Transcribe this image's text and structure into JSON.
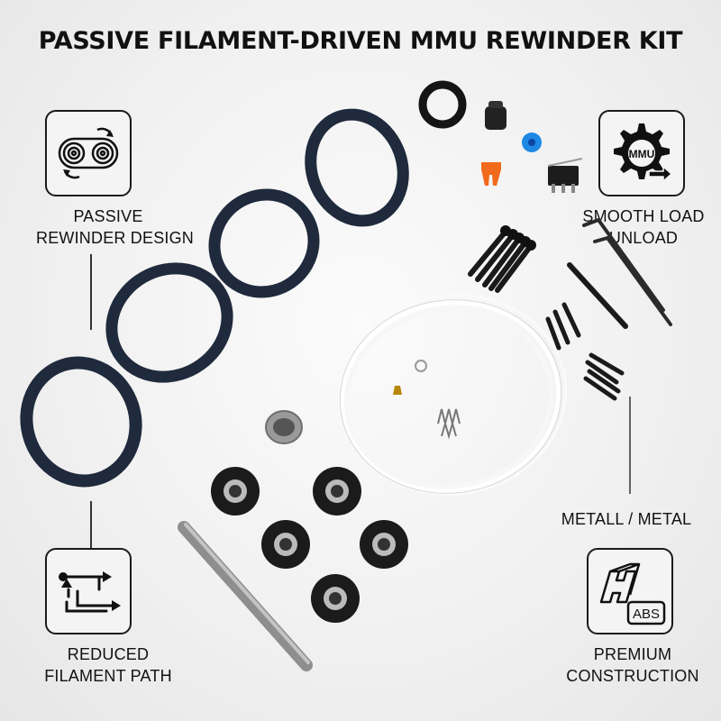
{
  "title": "PASSIVE FILAMENT-DRIVEN MMU REWINDER KIT",
  "features": {
    "passive": {
      "line1": "PASSIVE",
      "line2": "REWINDER DESIGN"
    },
    "smooth": {
      "line1": "SMOOTH LOAD",
      "line2": "UNLOAD",
      "icon_text": "MMU"
    },
    "reduced": {
      "line1": "REDUCED",
      "line2": "FILAMENT PATH"
    },
    "premium": {
      "line1": "PREMIUM",
      "line2": "CONSTRUCTION",
      "icon_text": "ABS"
    },
    "metal": {
      "label": "METALL / METAL"
    }
  },
  "colors": {
    "belt": "#1f2a3c",
    "tube": "#ffffff",
    "bearing": "#1b1b1b",
    "blue_part": "#1e88e5",
    "orange_part": "#f26a1b"
  }
}
